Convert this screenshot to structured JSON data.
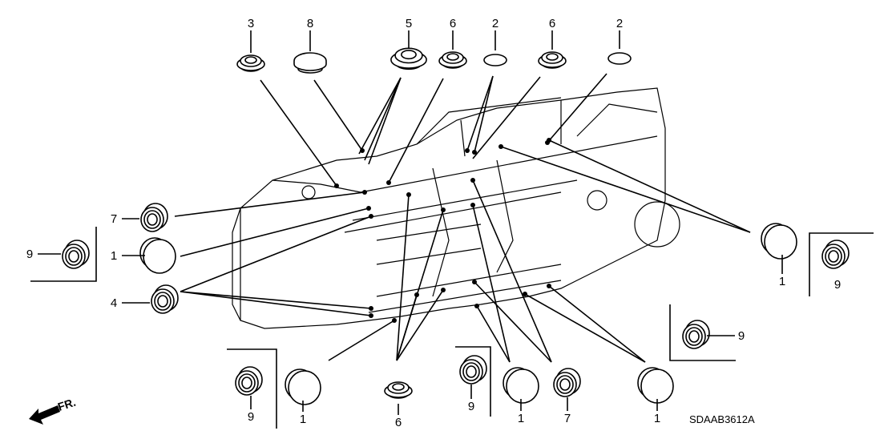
{
  "diagram": {
    "title": "Grommet locations",
    "code": "SDAAB3612A",
    "front_indicator": "FR.",
    "parts": [
      {
        "ref": "3",
        "type": "grommet"
      },
      {
        "ref": "8",
        "type": "cap"
      },
      {
        "ref": "5",
        "type": "grommet-large"
      },
      {
        "ref": "6",
        "type": "grommet"
      },
      {
        "ref": "2",
        "type": "seal-ring"
      },
      {
        "ref": "6",
        "type": "grommet"
      },
      {
        "ref": "2",
        "type": "seal-ring"
      },
      {
        "ref": "7",
        "type": "grommet-side"
      },
      {
        "ref": "1",
        "type": "plug"
      },
      {
        "ref": "4",
        "type": "grommet-side"
      },
      {
        "ref": "9",
        "type": "grommet-side"
      },
      {
        "ref": "9",
        "type": "grommet-side"
      },
      {
        "ref": "1",
        "type": "plug"
      },
      {
        "ref": "6",
        "type": "grommet"
      },
      {
        "ref": "9",
        "type": "grommet-side"
      },
      {
        "ref": "1",
        "type": "plug"
      },
      {
        "ref": "7",
        "type": "grommet-side"
      },
      {
        "ref": "1",
        "type": "plug"
      },
      {
        "ref": "9",
        "type": "grommet-side"
      },
      {
        "ref": "1",
        "type": "plug"
      },
      {
        "ref": "9",
        "type": "grommet-side"
      }
    ]
  }
}
